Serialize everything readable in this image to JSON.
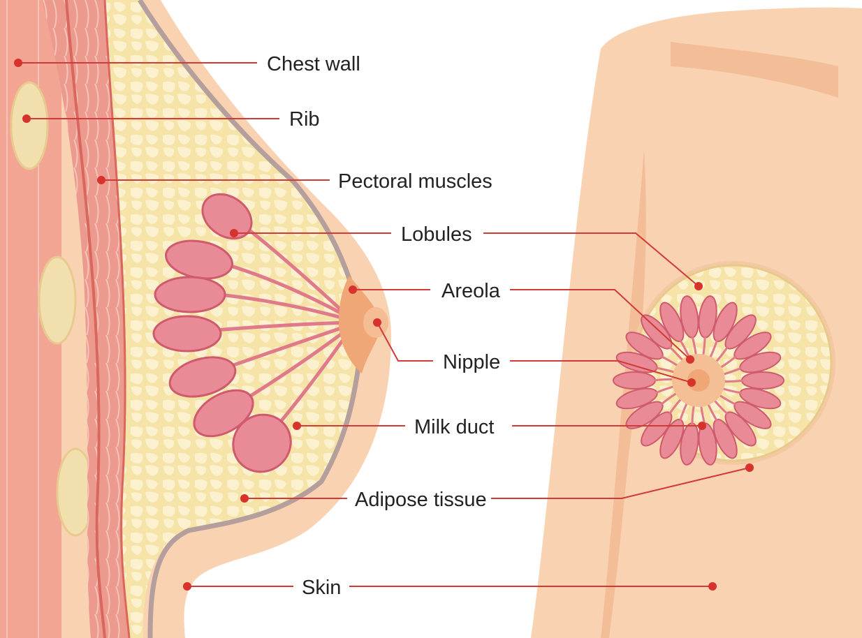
{
  "colors": {
    "skin": "#f9d2b1",
    "skin_shadow": "#f3bd97",
    "muscle": "#ec9a8e",
    "muscle_dark": "#d9675d",
    "fat": "#f5e3a8",
    "fat_cell": "#fbf1cf",
    "lobule": "#e88b96",
    "lobule_dark": "#cf5a6e",
    "outline": "#b59f9d",
    "areola": "#f0a777",
    "leader": "#d13a36",
    "text": "#222222"
  },
  "labels": {
    "chest_wall": "Chest wall",
    "rib": "Rib",
    "pectoral_muscles": "Pectoral muscles",
    "lobules": "Lobules",
    "areola": "Areola",
    "nipple": "Nipple",
    "milk_duct": "Milk duct",
    "adipose_tissue": "Adipose tissue",
    "skin": "Skin"
  }
}
